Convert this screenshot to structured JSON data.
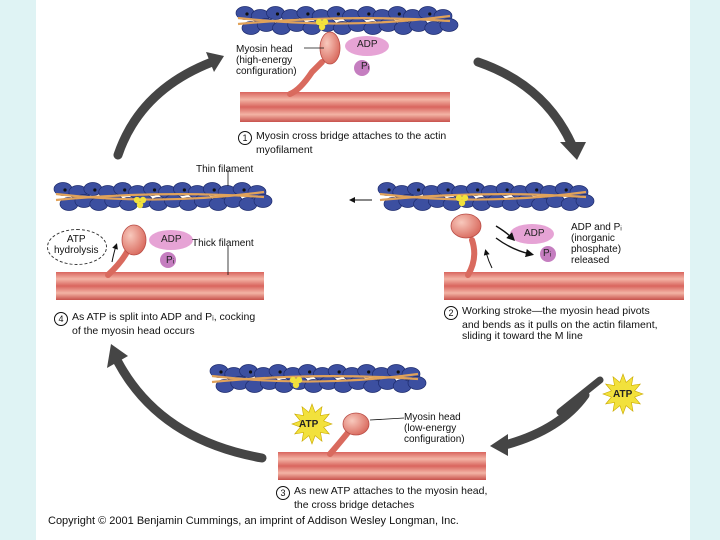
{
  "colors": {
    "background": "#dff3f4",
    "actin": "#3c4fa0",
    "myosin_head": "#e8958a",
    "phosphate": "#c57ec0",
    "adp": "#e6a3d5",
    "atp_star": "#f2e13c",
    "cycle_arrow": "#454545"
  },
  "labels": {
    "myosin_head_high": [
      "Myosin head",
      "(high-energy",
      "configuration)"
    ],
    "myosin_head_low": [
      "Myosin head",
      "(low-energy",
      "configuration)"
    ],
    "thin_filament": "Thin filament",
    "thick_filament": "Thick filament",
    "atp_hydrolysis": [
      "ATP",
      "hydrolysis"
    ],
    "adp_pi_released": [
      "ADP and Pᵢ",
      "(inorganic",
      "phosphate)",
      "released"
    ],
    "adp": "ADP",
    "pi": "Pᵢ",
    "atp": "ATP"
  },
  "steps": [
    {
      "num": "1",
      "lines": [
        "Myosin cross bridge attaches to the actin",
        "myofilament"
      ]
    },
    {
      "num": "2",
      "lines": [
        "Working stroke—the myosin head pivots",
        "and bends as it pulls on the actin filament,",
        "sliding it toward the M line"
      ]
    },
    {
      "num": "3",
      "lines": [
        "As new ATP attaches to the myosin head,",
        "the cross bridge detaches"
      ]
    },
    {
      "num": "4",
      "lines": [
        "As ATP is split into ADP and Pᵢ, cocking",
        "of the myosin head occurs"
      ]
    }
  ],
  "copyright": "Copyright © 2001 Benjamin Cummings, an imprint of Addison Wesley Longman, Inc."
}
